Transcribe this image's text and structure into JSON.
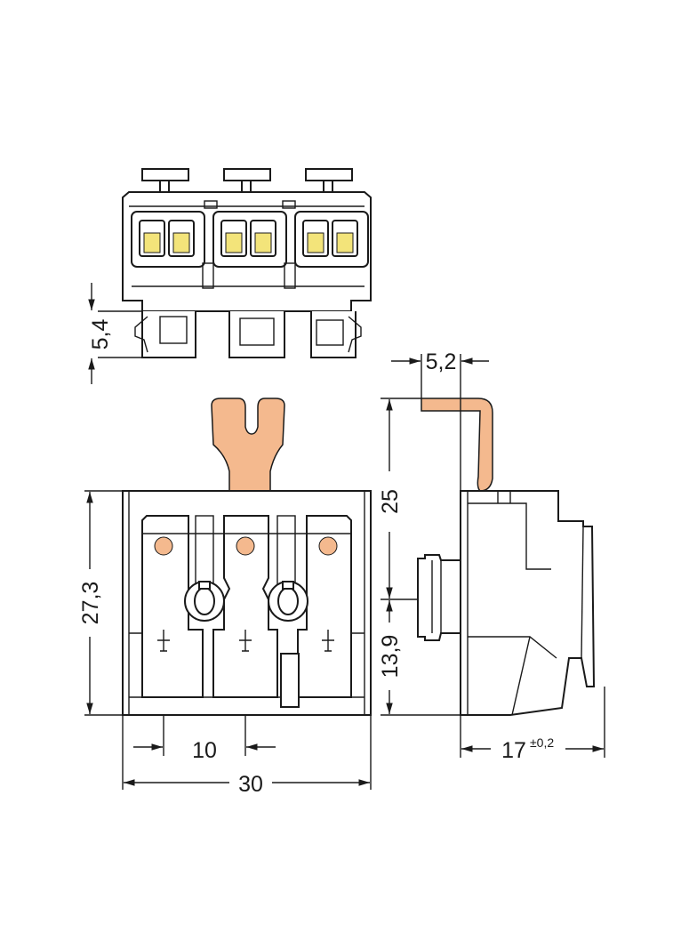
{
  "colors": {
    "line": "#1a1a1a",
    "contact": "#f4b98e",
    "contact_dark": "#d4915e",
    "spring": "#f3e47a",
    "background": "#ffffff"
  },
  "dimensions": {
    "top_view_height": "5,4",
    "pin_spacing": "10",
    "total_width": "30",
    "front_height": "27,3",
    "pin_offset": "5,2",
    "pin_height": "25",
    "lower_height": "13,9",
    "depth": "17",
    "depth_tolerance": "±0,2"
  }
}
